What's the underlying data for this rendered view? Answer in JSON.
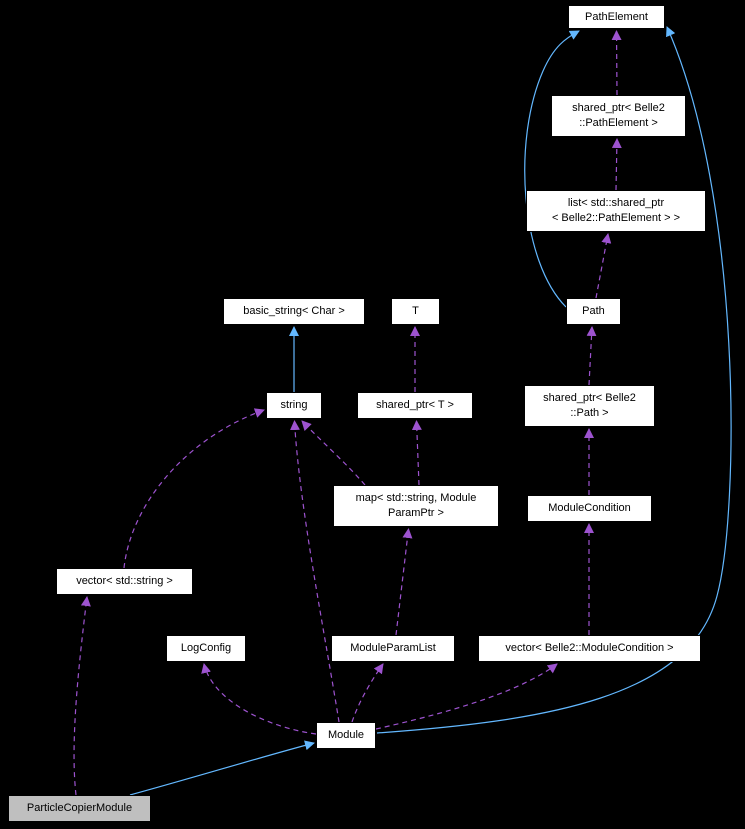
{
  "diagram": {
    "type": "collaboration-graph",
    "colors": {
      "background": "#000000",
      "inheritance_edge": "#63b8ff",
      "usage_edge": "#9d53cf",
      "node_background": "#ffffff",
      "node_text": "#000000",
      "highlighted_node_background": "#bfbfbf"
    },
    "nodes": {
      "pathElement": {
        "label": "PathElement"
      },
      "sharedPtrPathElement": {
        "label": "shared_ptr< Belle2\n::PathElement >"
      },
      "listSharedPtrPathElement": {
        "label": "list< std::shared_ptr\n< Belle2::PathElement > >"
      },
      "basicString": {
        "label": "basic_string< Char >"
      },
      "t": {
        "label": "T"
      },
      "path": {
        "label": "Path"
      },
      "string": {
        "label": "string"
      },
      "sharedPtrT": {
        "label": "shared_ptr< T >"
      },
      "sharedPtrPath": {
        "label": "shared_ptr< Belle2\n::Path >"
      },
      "mapModuleParamPtr": {
        "label": "map< std::string, Module\nParamPtr >"
      },
      "moduleCondition": {
        "label": "ModuleCondition"
      },
      "vectorString": {
        "label": "vector< std::string >"
      },
      "logConfig": {
        "label": "LogConfig"
      },
      "moduleParamList": {
        "label": "ModuleParamList"
      },
      "vectorModuleCondition": {
        "label": "vector< Belle2::ModuleCondition >"
      },
      "module": {
        "label": "Module"
      },
      "particleCopierModule": {
        "label": "ParticleCopierModule",
        "highlighted": true
      }
    },
    "edges": [
      {
        "from": "sharedPtrPathElement",
        "to": "pathElement",
        "type": "usage"
      },
      {
        "from": "listSharedPtrPathElement",
        "to": "sharedPtrPathElement",
        "type": "usage"
      },
      {
        "from": "path",
        "to": "listSharedPtrPathElement",
        "type": "usage"
      },
      {
        "from": "path",
        "to": "pathElement",
        "type": "inheritance"
      },
      {
        "from": "string",
        "to": "basicString",
        "type": "inheritance"
      },
      {
        "from": "sharedPtrT",
        "to": "t",
        "type": "usage"
      },
      {
        "from": "mapModuleParamPtr",
        "to": "sharedPtrT",
        "type": "usage"
      },
      {
        "from": "mapModuleParamPtr",
        "to": "string",
        "type": "usage"
      },
      {
        "from": "sharedPtrPath",
        "to": "path",
        "type": "usage"
      },
      {
        "from": "moduleCondition",
        "to": "sharedPtrPath",
        "type": "usage"
      },
      {
        "from": "vectorModuleCondition",
        "to": "moduleCondition",
        "type": "usage"
      },
      {
        "from": "vectorString",
        "to": "string",
        "type": "usage"
      },
      {
        "from": "moduleParamList",
        "to": "mapModuleParamPtr",
        "type": "usage"
      },
      {
        "from": "module",
        "to": "moduleParamList",
        "type": "usage"
      },
      {
        "from": "module",
        "to": "logConfig",
        "type": "usage"
      },
      {
        "from": "module",
        "to": "string",
        "type": "usage"
      },
      {
        "from": "module",
        "to": "vectorModuleCondition",
        "type": "usage"
      },
      {
        "from": "module",
        "to": "pathElement",
        "type": "inheritance"
      },
      {
        "from": "particleCopierModule",
        "to": "vectorString",
        "type": "usage"
      },
      {
        "from": "particleCopierModule",
        "to": "module",
        "type": "inheritance"
      }
    ]
  }
}
